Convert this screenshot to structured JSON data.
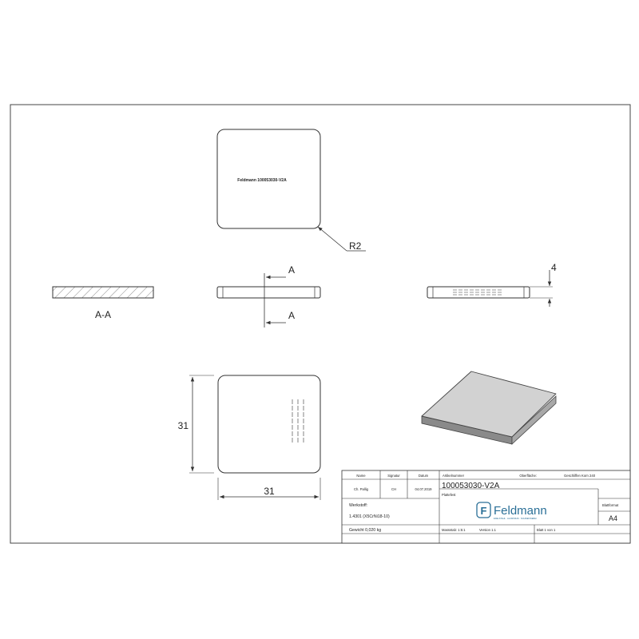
{
  "drawing": {
    "engraving": "Feldmann 100053030-V2A",
    "radius_label": "R2",
    "section_mark": "A",
    "section_label": "A-A",
    "thickness_dim": "4",
    "width_dim": "31",
    "height_dim": "31"
  },
  "title_block": {
    "col_name": "Name",
    "col_signature": "Signatur",
    "col_date": "Datum",
    "col_article": "Artikelnummer",
    "surface_label": "Oberfläche:",
    "surface_value": "Geschliffen Korn 240",
    "name": "Ch. Pallig",
    "signature": "CH",
    "date": "04.07.2019",
    "article_number": "100053030-V2A",
    "article_description": "Plattefest",
    "material_label": "Werkstoff:",
    "material_value": "1.4301 (X5CrNi18-10)",
    "weight": "Gewicht 0,020 kg",
    "company": "Feldmann",
    "company_tagline": "EDELSTAHL · ALUMINIUM · SCHWEISSEREI",
    "logo_letter": "F",
    "format_label": "Blattformat",
    "format_value": "A4",
    "scale": "Massstab: 1:5:1",
    "version": "Version 1.1",
    "sheet": "Blatt 1 von 1"
  },
  "colors": {
    "line": "#333333",
    "brand": "#2a6f97",
    "face": "#d2d2d2"
  }
}
